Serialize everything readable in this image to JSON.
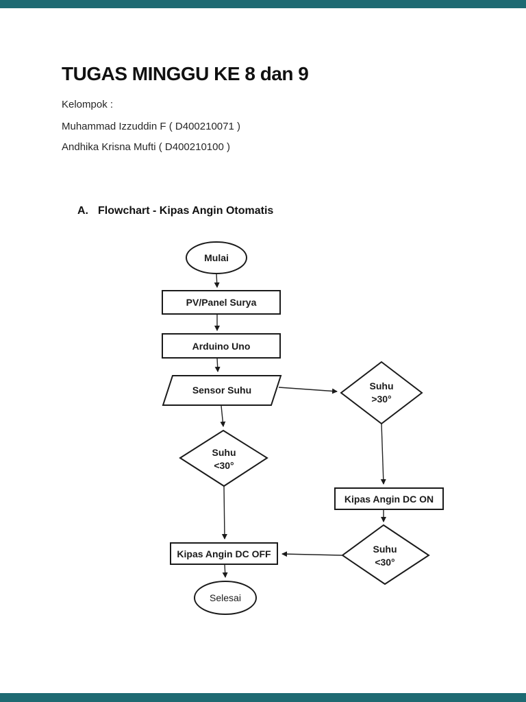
{
  "colors": {
    "page_background": "#ffffff",
    "edge_band": "#1e6a72",
    "shape_stroke": "#1a1a1a",
    "text": "#1f1f1f"
  },
  "document": {
    "title": "TUGAS MINGGU KE 8 dan 9",
    "group_label": "Kelompok :",
    "members": [
      "Muhammad Izzuddin F ( D400210071 )",
      "Andhika Krisna Mufti ( D400210100 )"
    ],
    "section": {
      "index": "A.",
      "heading": "Flowchart - Kipas Angin Otomatis"
    }
  },
  "flowchart": {
    "nodes": {
      "start": {
        "type": "terminator",
        "label": "Mulai"
      },
      "pv": {
        "type": "process",
        "label": "PV/Panel Surya"
      },
      "arduino": {
        "type": "process",
        "label": "Arduino Uno"
      },
      "sensor": {
        "type": "input-output",
        "label": "Sensor Suhu"
      },
      "decision_gt30": {
        "type": "decision",
        "line1": "Suhu",
        "line2": ">30°"
      },
      "decision_lt30_a": {
        "type": "decision",
        "line1": "Suhu",
        "line2": "<30°"
      },
      "fan_on": {
        "type": "process",
        "label": "Kipas Angin DC ON"
      },
      "decision_lt30_b": {
        "type": "decision",
        "line1": "Suhu",
        "line2": "<30°"
      },
      "fan_off": {
        "type": "process",
        "label": "Kipas Angin DC OFF"
      },
      "end": {
        "type": "terminator",
        "label": "Selesai"
      }
    },
    "edges": [
      {
        "from": "start",
        "to": "pv"
      },
      {
        "from": "pv",
        "to": "arduino"
      },
      {
        "from": "arduino",
        "to": "sensor"
      },
      {
        "from": "sensor",
        "to": "decision_lt30_a"
      },
      {
        "from": "sensor",
        "to": "decision_gt30"
      },
      {
        "from": "decision_gt30",
        "to": "fan_on"
      },
      {
        "from": "fan_on",
        "to": "decision_lt30_b"
      },
      {
        "from": "decision_lt30_b",
        "to": "fan_off"
      },
      {
        "from": "decision_lt30_a",
        "to": "fan_off"
      },
      {
        "from": "fan_off",
        "to": "end"
      }
    ]
  }
}
